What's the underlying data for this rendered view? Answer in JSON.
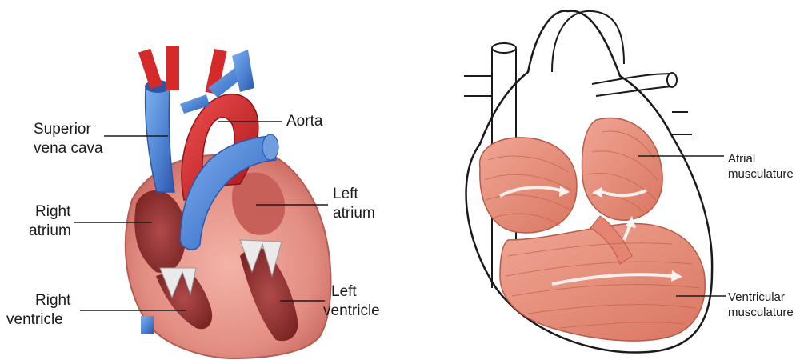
{
  "left_diagram": {
    "labels": {
      "superior_vena_cava_1": "Superior",
      "superior_vena_cava_2": "vena cava",
      "aorta": "Aorta",
      "left_atrium_1": "Left",
      "left_atrium_2": "atrium",
      "right_atrium_1": "Right",
      "right_atrium_2": "atrium",
      "right_ventricle_1": "Right",
      "right_ventricle_2": "ventricle",
      "left_ventricle_1": "Left",
      "left_ventricle_2": "ventricle"
    }
  },
  "right_diagram": {
    "labels": {
      "atrial_1": "Atrial",
      "atrial_2": "musculature",
      "ventricular_1": "Ventricular",
      "ventricular_2": "musculature"
    }
  },
  "colors": {
    "vein_blue": "#4a7fd0",
    "artery_red": "#d42a2a",
    "myocardium": "#e4958a",
    "muscle": "#e8907c",
    "muscle_dark": "#c96a58",
    "outline": "#1a1a1a"
  }
}
